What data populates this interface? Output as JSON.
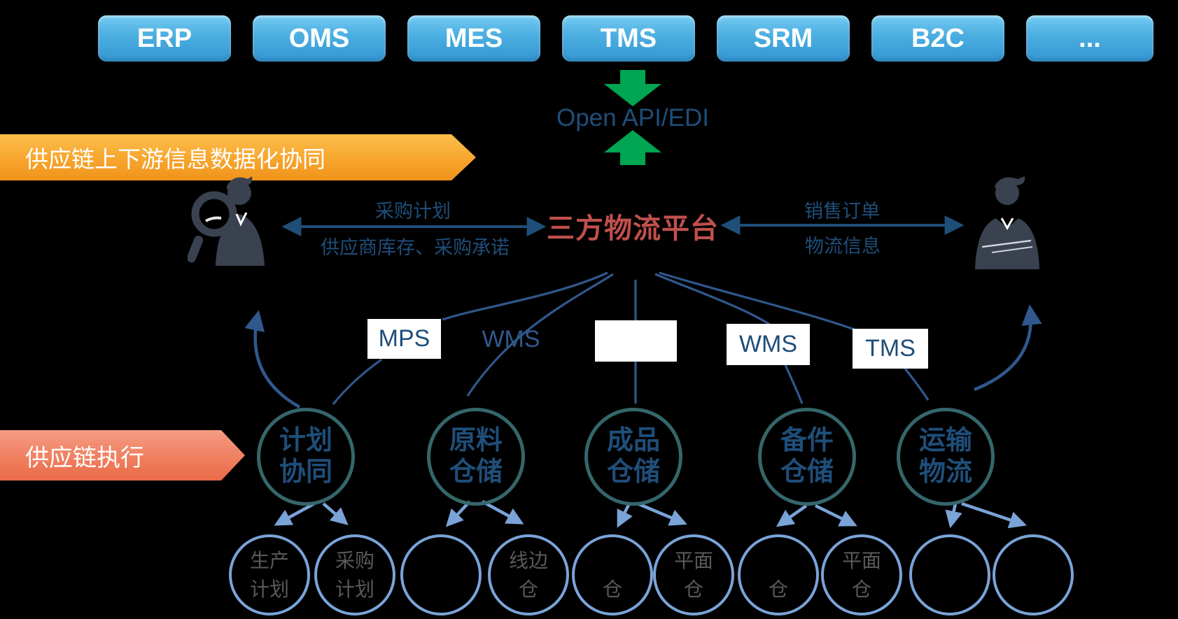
{
  "header_systems": [
    "ERP",
    "OMS",
    "MES",
    "TMS",
    "SRM",
    "B2C",
    "..."
  ],
  "open_api": {
    "label": "Open API/EDI"
  },
  "banner_top": {
    "label": "供应链上下游信息数据化协同"
  },
  "banner_bottom": {
    "label": "供应链执行"
  },
  "platform": {
    "title": "三方物流平台"
  },
  "left_exchange": {
    "top_label": "采购计划",
    "bottom_label": "供应商库存、采购承诺"
  },
  "right_exchange": {
    "top_label": "销售订单",
    "bottom_label": "物流信息"
  },
  "system_tags": [
    {
      "label": "MPS",
      "boxed": true
    },
    {
      "label": "WMS",
      "boxed": false
    },
    {
      "label": "",
      "boxed": true
    },
    {
      "label": "WMS",
      "boxed": true
    },
    {
      "label": "TMS",
      "boxed": true
    }
  ],
  "execution_circles": [
    {
      "line1": "计划",
      "line2": "协同"
    },
    {
      "line1": "原料",
      "line2": "仓储"
    },
    {
      "line1": "成品",
      "line2": "仓储"
    },
    {
      "line1": "备件",
      "line2": "仓储"
    },
    {
      "line1": "运输",
      "line2": "物流"
    }
  ],
  "sub_circles": [
    {
      "line1": "生产",
      "line2": "计划"
    },
    {
      "line1": "采购",
      "line2": "计划"
    },
    {
      "line1": "",
      "line2": ""
    },
    {
      "line1": "线边",
      "line2": "仓"
    },
    {
      "line1": "",
      "line2": "仓"
    },
    {
      "line1": "平面",
      "line2": "仓"
    },
    {
      "line1": "",
      "line2": "仓"
    },
    {
      "line1": "平面",
      "line2": "仓"
    },
    {
      "line1": "",
      "line2": ""
    },
    {
      "line1": "",
      "line2": ""
    }
  ],
  "icons": {
    "left_person": "person-with-magnifier-icon",
    "right_person": "businessman-arms-crossed-icon",
    "down_arrow": "green-down-arrow-icon",
    "up_arrow": "green-up-arrow-icon"
  },
  "colors": {
    "button_blue": "#46abdf",
    "green_arrow": "#00a651",
    "banner_orange": "#f59e22",
    "banner_coral": "#ee7553",
    "platform_red": "#c0504d",
    "navy_text": "#1f4e79",
    "steel_line": "#30588c",
    "teal_ring": "#35666b",
    "light_blue": "#7aa3d8",
    "gray_text": "#595959",
    "person_slate": "#3a4250"
  }
}
